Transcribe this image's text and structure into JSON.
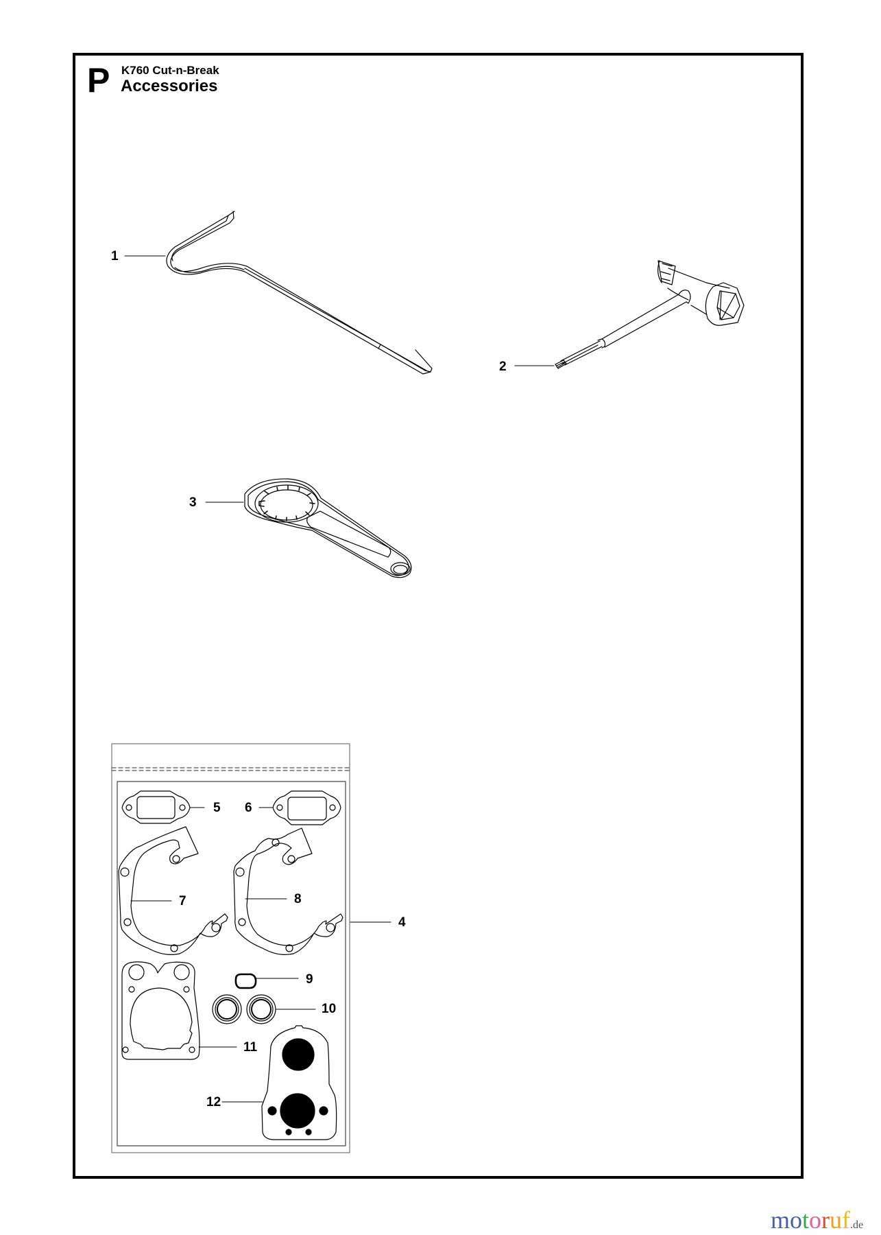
{
  "header": {
    "section_letter": "P",
    "model": "K760 Cut-n-Break",
    "title": "Accessories"
  },
  "parts": [
    {
      "number": "1",
      "description": "hook-bar"
    },
    {
      "number": "2",
      "description": "combination-spanner"
    },
    {
      "number": "3",
      "description": "spanner-wrench"
    },
    {
      "number": "4",
      "description": "gasket-kit-bag"
    },
    {
      "number": "5",
      "description": "muffler-gasket"
    },
    {
      "number": "6",
      "description": "muffler-gasket"
    },
    {
      "number": "7",
      "description": "crankcase-gasket"
    },
    {
      "number": "8",
      "description": "crankcase-gasket"
    },
    {
      "number": "9",
      "description": "o-ring"
    },
    {
      "number": "10",
      "description": "sealing-rings"
    },
    {
      "number": "11",
      "description": "cylinder-gasket"
    },
    {
      "number": "12",
      "description": "intake-gasket"
    }
  ],
  "watermark": {
    "letters": [
      {
        "ch": "m",
        "color": "#4a5fa8"
      },
      {
        "ch": "o",
        "color": "#4a5fa8"
      },
      {
        "ch": "t",
        "color": "#3aa64a"
      },
      {
        "ch": "o",
        "color": "#e0609a"
      },
      {
        "ch": "r",
        "color": "#e04a2a"
      },
      {
        "ch": "u",
        "color": "#f0a020"
      },
      {
        "ch": "f",
        "color": "#e8c020"
      }
    ],
    "suffix": ".de"
  },
  "colors": {
    "line": "#000000",
    "bag_border": "#888888",
    "background": "#fdfefd"
  }
}
